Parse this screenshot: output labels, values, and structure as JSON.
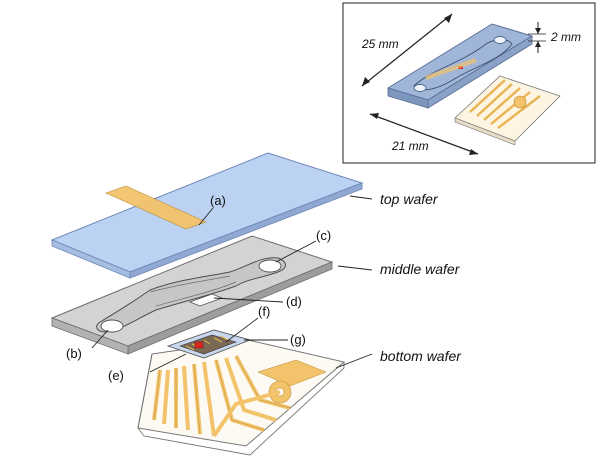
{
  "inset": {
    "dim_length": "25 mm",
    "dim_width": "21 mm",
    "dim_height": "2 mm"
  },
  "layers": {
    "top": "top wafer",
    "middle": "middle wafer",
    "bottom": "bottom wafer"
  },
  "callouts": {
    "a": "(a)",
    "b": "(b)",
    "c": "(c)",
    "d": "(d)",
    "e": "(e)",
    "f": "(f)",
    "g": "(g)"
  },
  "colors": {
    "glass": "#b9cff0",
    "glass_edge": "#6f86b8",
    "middle": "#cfcfcf",
    "middle_edge": "#6d6d6d",
    "gold": "#f2c36b",
    "gold_edge": "#b98a2c",
    "sensor": "#d9271f"
  }
}
